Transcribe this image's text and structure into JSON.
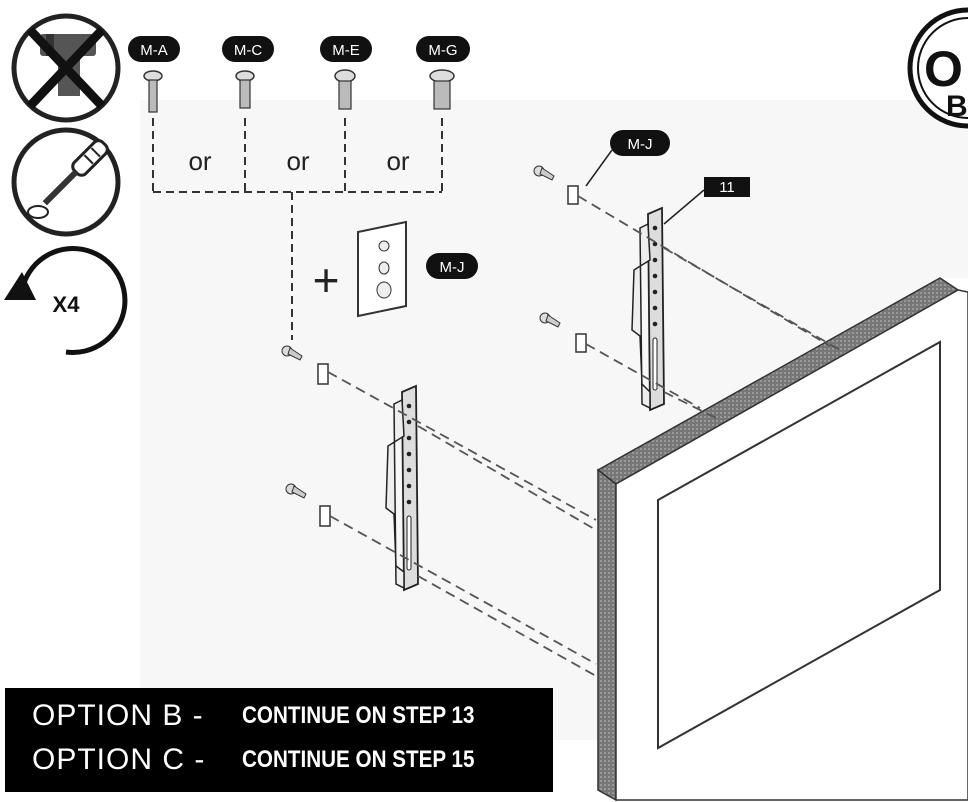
{
  "labels": {
    "screw_a": "M-A",
    "screw_c": "M-C",
    "screw_e": "M-E",
    "screw_g": "M-G",
    "spacer_left": "M-J",
    "spacer_right": "M-J",
    "bracket": "11",
    "or_1": "or",
    "or_2": "or",
    "or_3": "or",
    "plus": "+",
    "repeat": "X4",
    "corner_badge_1": "O",
    "corner_badge_2": "B"
  },
  "banner": {
    "option_b": "OPTION B -",
    "option_b_action": "CONTINUE ON STEP 13",
    "option_c": "OPTION C -",
    "option_c_action": "CONTINUE ON STEP 15"
  },
  "icons": [
    "no-power-drill-icon",
    "screwdriver-icon",
    "repeat-arrow-icon"
  ],
  "colors": {
    "label_fill": "#111111",
    "tv_frame": "#8a8a8a",
    "background": "#ffffff"
  }
}
